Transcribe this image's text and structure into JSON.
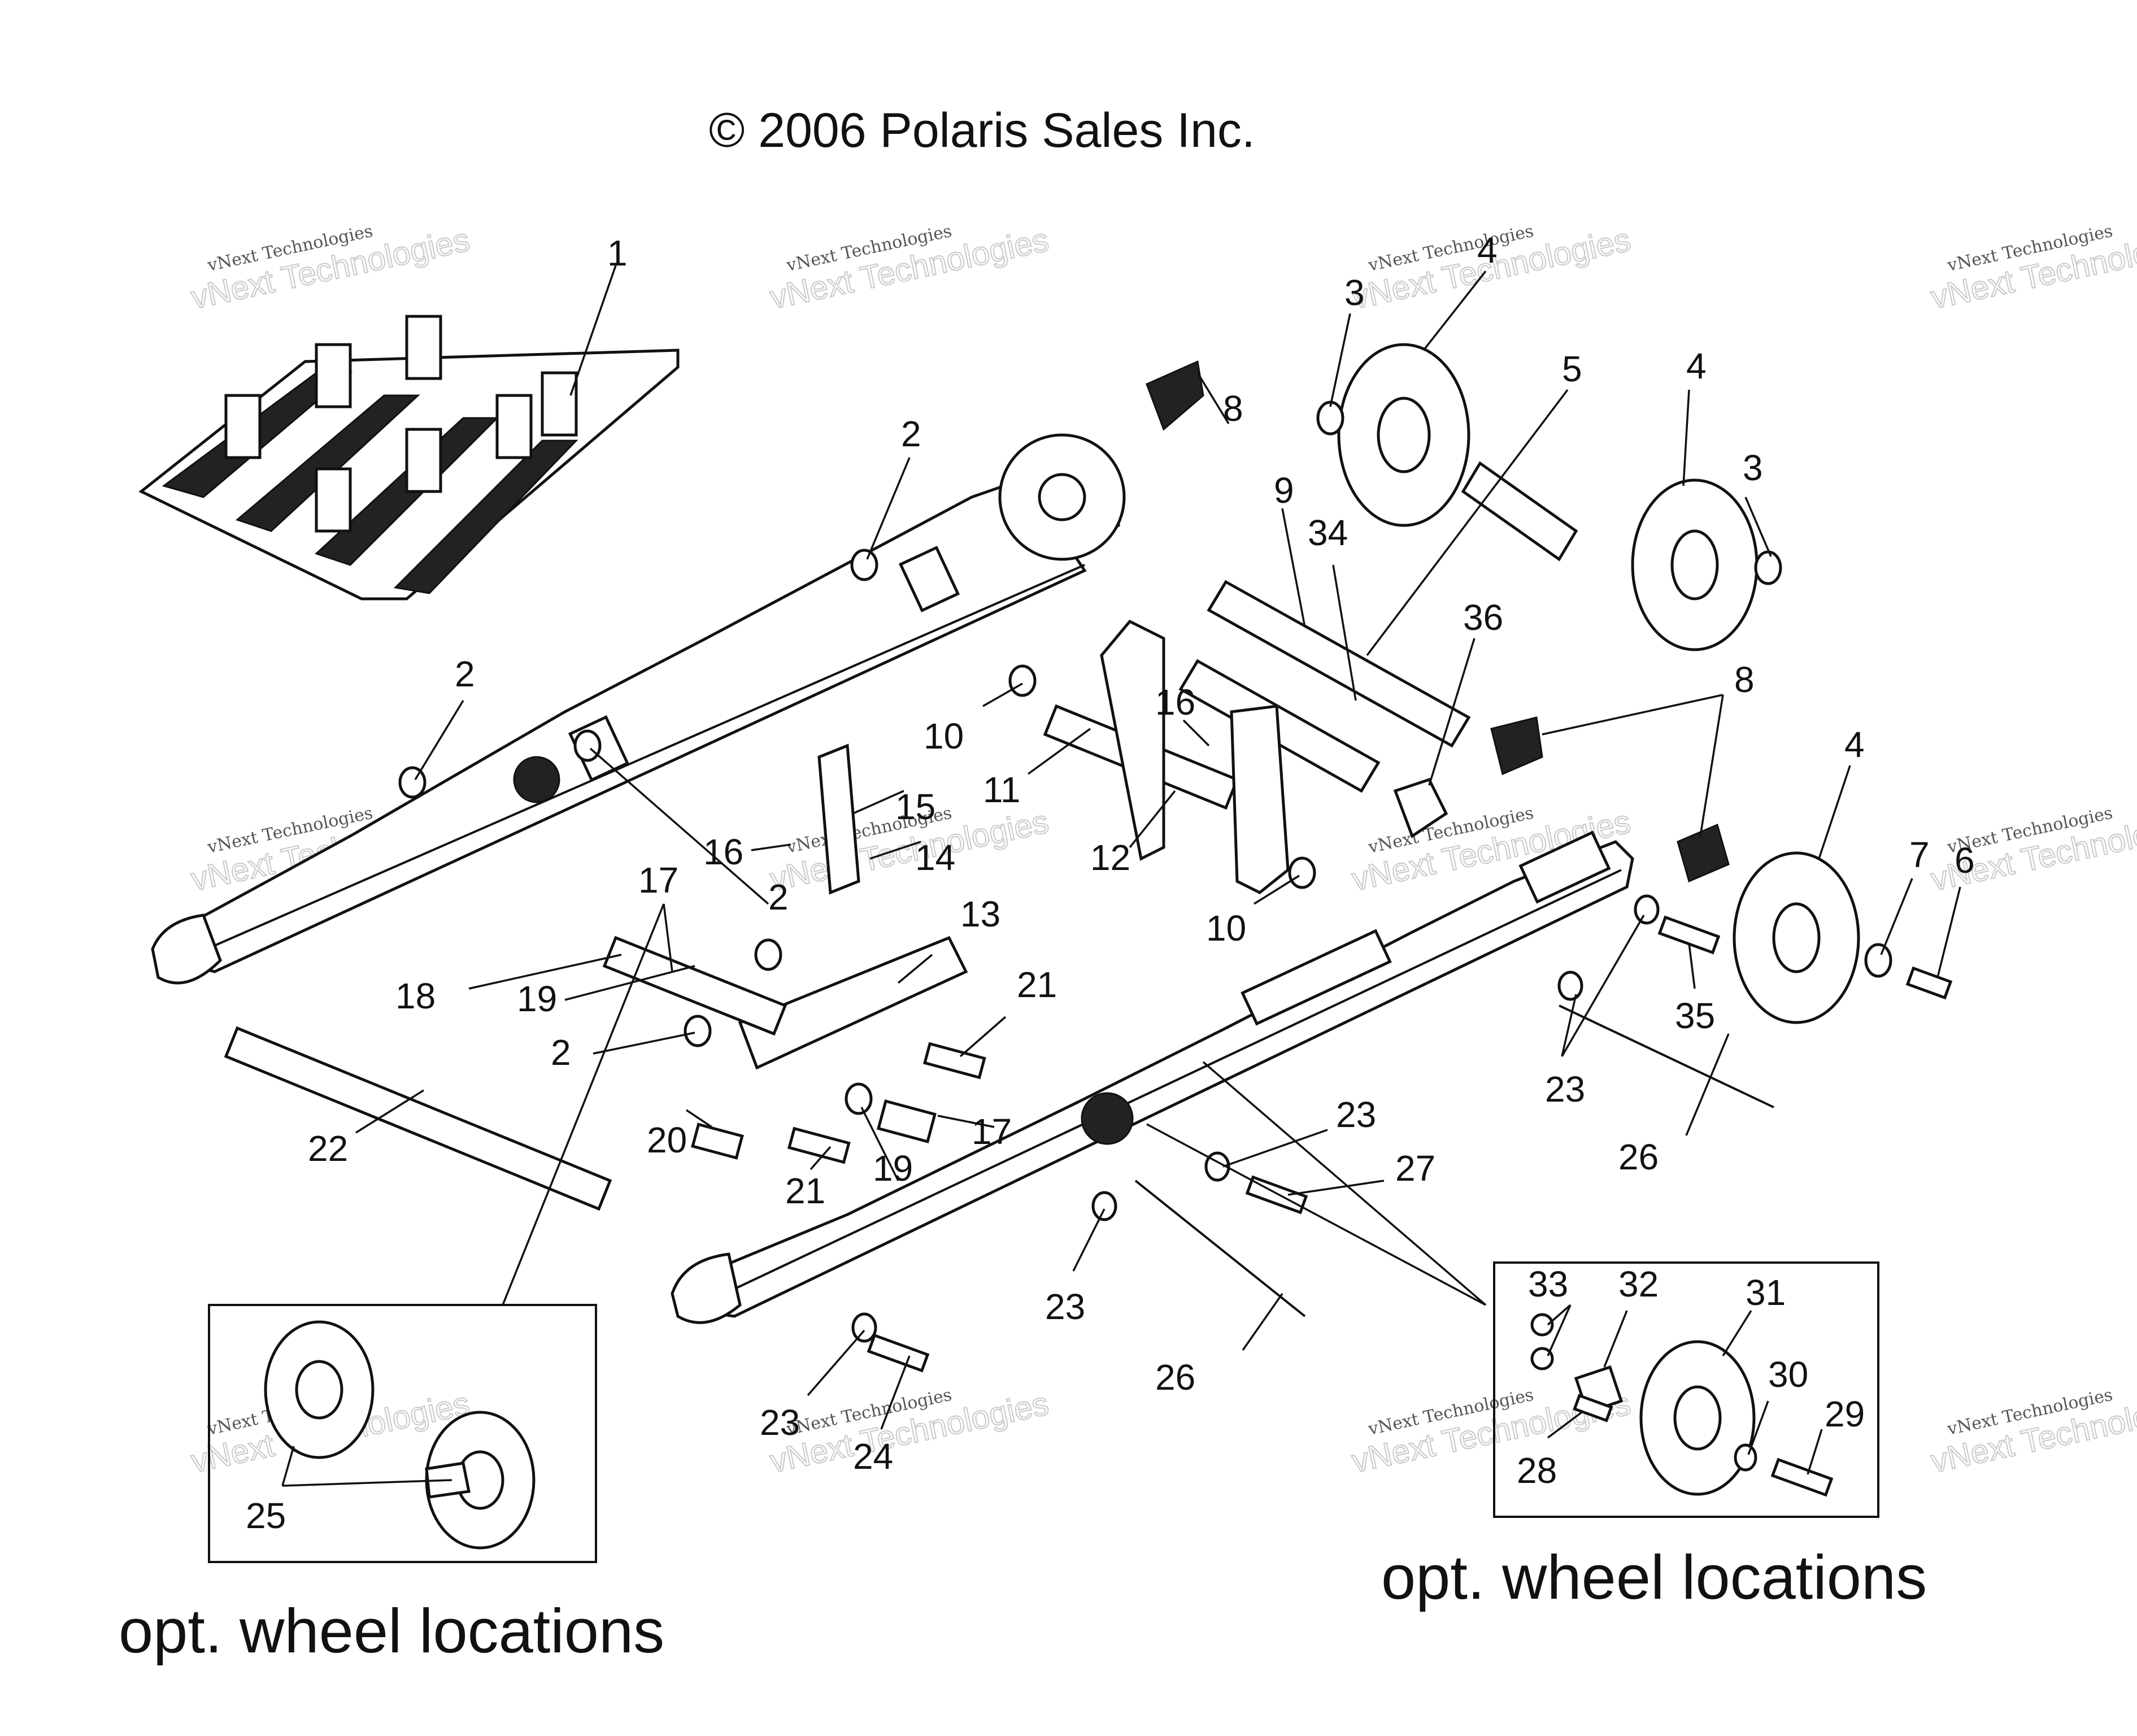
{
  "copyright": "© 2006 Polaris Sales Inc.",
  "optional_label_left": "opt. wheel locations",
  "optional_label_right": "opt. wheel locations",
  "watermark": {
    "line1": "vNext Technologies",
    "line2": "vNext Technologies"
  },
  "callouts": [
    {
      "id": "c1",
      "label": "1"
    },
    {
      "id": "c2a",
      "label": "2"
    },
    {
      "id": "c2b",
      "label": "2"
    },
    {
      "id": "c2c",
      "label": "2"
    },
    {
      "id": "c2d",
      "label": "2"
    },
    {
      "id": "c3a",
      "label": "3"
    },
    {
      "id": "c3b",
      "label": "3"
    },
    {
      "id": "c4a",
      "label": "4"
    },
    {
      "id": "c4b",
      "label": "4"
    },
    {
      "id": "c4c",
      "label": "4"
    },
    {
      "id": "c5",
      "label": "5"
    },
    {
      "id": "c6",
      "label": "6"
    },
    {
      "id": "c7",
      "label": "7"
    },
    {
      "id": "c8a",
      "label": "8"
    },
    {
      "id": "c8b",
      "label": "8"
    },
    {
      "id": "c9",
      "label": "9"
    },
    {
      "id": "c10a",
      "label": "10"
    },
    {
      "id": "c10b",
      "label": "10"
    },
    {
      "id": "c11",
      "label": "11"
    },
    {
      "id": "c12",
      "label": "12"
    },
    {
      "id": "c13",
      "label": "13"
    },
    {
      "id": "c14",
      "label": "14"
    },
    {
      "id": "c15",
      "label": "15"
    },
    {
      "id": "c16a",
      "label": "16"
    },
    {
      "id": "c16b",
      "label": "16"
    },
    {
      "id": "c17a",
      "label": "17"
    },
    {
      "id": "c17b",
      "label": "17"
    },
    {
      "id": "c18",
      "label": "18"
    },
    {
      "id": "c19a",
      "label": "19"
    },
    {
      "id": "c19b",
      "label": "19"
    },
    {
      "id": "c20",
      "label": "20"
    },
    {
      "id": "c21a",
      "label": "21"
    },
    {
      "id": "c21b",
      "label": "21"
    },
    {
      "id": "c22",
      "label": "22"
    },
    {
      "id": "c23a",
      "label": "23"
    },
    {
      "id": "c23b",
      "label": "23"
    },
    {
      "id": "c23c",
      "label": "23"
    },
    {
      "id": "c23d",
      "label": "23"
    },
    {
      "id": "c24",
      "label": "24"
    },
    {
      "id": "c25",
      "label": "25"
    },
    {
      "id": "c26a",
      "label": "26"
    },
    {
      "id": "c26b",
      "label": "26"
    },
    {
      "id": "c27",
      "label": "27"
    },
    {
      "id": "c28",
      "label": "28"
    },
    {
      "id": "c29",
      "label": "29"
    },
    {
      "id": "c30",
      "label": "30"
    },
    {
      "id": "c31",
      "label": "31"
    },
    {
      "id": "c32",
      "label": "32"
    },
    {
      "id": "c33",
      "label": "33"
    },
    {
      "id": "c34",
      "label": "34"
    },
    {
      "id": "c35",
      "label": "35"
    },
    {
      "id": "c36",
      "label": "36"
    }
  ]
}
